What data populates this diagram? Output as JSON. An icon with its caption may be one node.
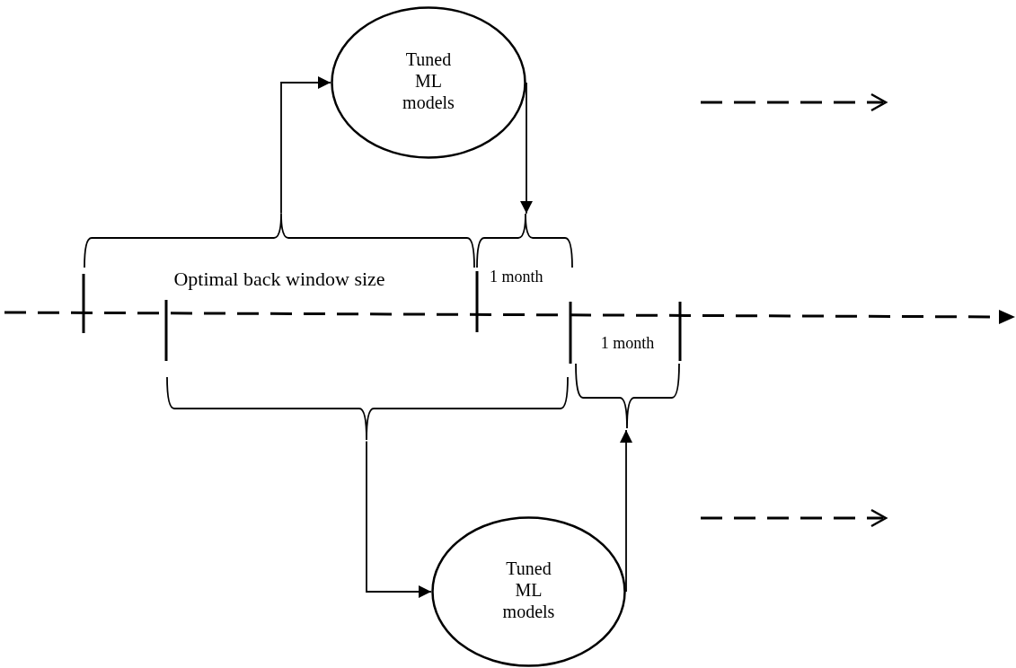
{
  "diagram": {
    "nodes": [
      {
        "text": [
          "Tuned ML models"
        ]
      },
      {
        "text": [
          "Optimal back window size"
        ]
      },
      {
        "text": [
          "1 month"
        ]
      },
      {
        "text": [],
        "shape": "bracket"
      },
      {
        "text": [
          "1 month"
        ]
      },
      {
        "text": [
          "Tuned ML models"
        ]
      }
    ],
    "edges": [
      {
        "from": 1,
        "to": 0,
        "arrow": "to"
      },
      {
        "from": 0,
        "to": 2,
        "arrow": "to"
      },
      {
        "from": 3,
        "to": 5,
        "arrow": "to"
      },
      {
        "from": 5,
        "to": 4,
        "arrow": "to"
      }
    ]
  }
}
